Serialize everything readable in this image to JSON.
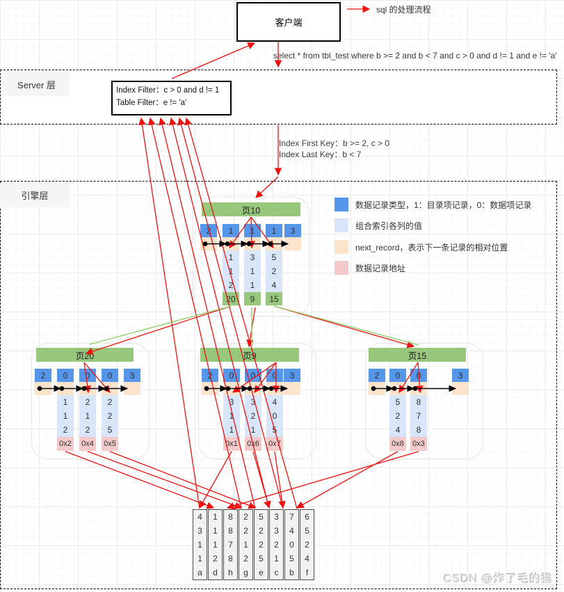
{
  "flow_legend": {
    "label": "sql 的处理流程"
  },
  "client": {
    "label": "客户端"
  },
  "sql": {
    "query": "select * from tbl_test where b >= 2 and b < 7 and c > 0 and d != 1 and e != 'a'"
  },
  "server_layer": {
    "label": "Server 层",
    "filter_box": {
      "line1": "Index Filter：c > 0 and d != 1",
      "line2": "Table Filter：e != 'a'"
    }
  },
  "index_keys": {
    "line1": "Index First Key：b >= 2, c > 0",
    "line2": "Index Last Key：b < 7"
  },
  "engine_layer": {
    "label": "引擎层"
  },
  "legend": {
    "items": [
      {
        "label": "数据记录类型，1：目录项记录，0：数据项记录",
        "color": "#5596e8"
      },
      {
        "label": "组合索引各列的值",
        "color": "#d9e6fa"
      },
      {
        "label": "next_record，表示下一条记录的相对位置",
        "color": "#fbe4cb"
      },
      {
        "label": "数据记录地址",
        "color": "#f3c9c9"
      }
    ]
  },
  "colors": {
    "page_green": "#97c77c",
    "record_type_blue": "#5596e8",
    "index_value_blue": "#d9e6fa",
    "next_record_orange": "#fbe4cb",
    "record_addr_pink": "#f3c9c9",
    "arrow_red": "#ee1111",
    "link_green": "#8fce69"
  },
  "pages": [
    {
      "id": "p10",
      "title": "页10",
      "kind": "directory",
      "type_row": [
        "2",
        "1",
        "1",
        "1",
        "3"
      ],
      "records": [
        {
          "cols": [
            "1",
            "1",
            "2"
          ],
          "ptr": "20"
        },
        {
          "cols": [
            "3",
            "1",
            "1"
          ],
          "ptr": "9"
        },
        {
          "cols": [
            "5",
            "2",
            "4"
          ],
          "ptr": "15"
        }
      ]
    },
    {
      "id": "p20",
      "title": "页20",
      "kind": "leaf",
      "type_row": [
        "2",
        "0",
        "0",
        "0",
        "3"
      ],
      "records": [
        {
          "cols": [
            "1",
            "1",
            "2"
          ],
          "ptr": "0x2"
        },
        {
          "cols": [
            "2",
            "1",
            "2"
          ],
          "ptr": "0x4"
        },
        {
          "cols": [
            "2",
            "2",
            "5"
          ],
          "ptr": "0x5"
        }
      ]
    },
    {
      "id": "p9",
      "title": "页9",
      "kind": "leaf",
      "type_row": [
        "2",
        "0",
        "0",
        "0",
        "3"
      ],
      "records": [
        {
          "cols": [
            "3",
            "1",
            "1"
          ],
          "ptr": "0x1"
        },
        {
          "cols": [
            "3",
            "2",
            "1"
          ],
          "ptr": "0x6"
        },
        {
          "cols": [
            "4",
            "0",
            "5"
          ],
          "ptr": "0x7"
        }
      ]
    },
    {
      "id": "p15",
      "title": "页15",
      "kind": "leaf",
      "type_row": [
        "2",
        "0",
        "0",
        "3"
      ],
      "records": [
        {
          "cols": [
            "5",
            "2",
            "4"
          ],
          "ptr": "0x8"
        },
        {
          "cols": [
            "8",
            "7",
            "8"
          ],
          "ptr": "0x3"
        }
      ]
    }
  ],
  "table": {
    "columns": [
      [
        "4",
        "3",
        "1",
        "1",
        "a"
      ],
      [
        "1",
        "1",
        "1",
        "2",
        "d"
      ],
      [
        "8",
        "8",
        "7",
        "8",
        "h"
      ],
      [
        "2",
        "2",
        "1",
        "2",
        "g"
      ],
      [
        "5",
        "2",
        "2",
        "5",
        "e"
      ],
      [
        "3",
        "3",
        "2",
        "1",
        "c"
      ],
      [
        "7",
        "4",
        "0",
        "5",
        "b"
      ],
      [
        "6",
        "5",
        "2",
        "4",
        "f"
      ]
    ]
  },
  "watermark": {
    "text": "CSDN @炸了毛的猫"
  }
}
